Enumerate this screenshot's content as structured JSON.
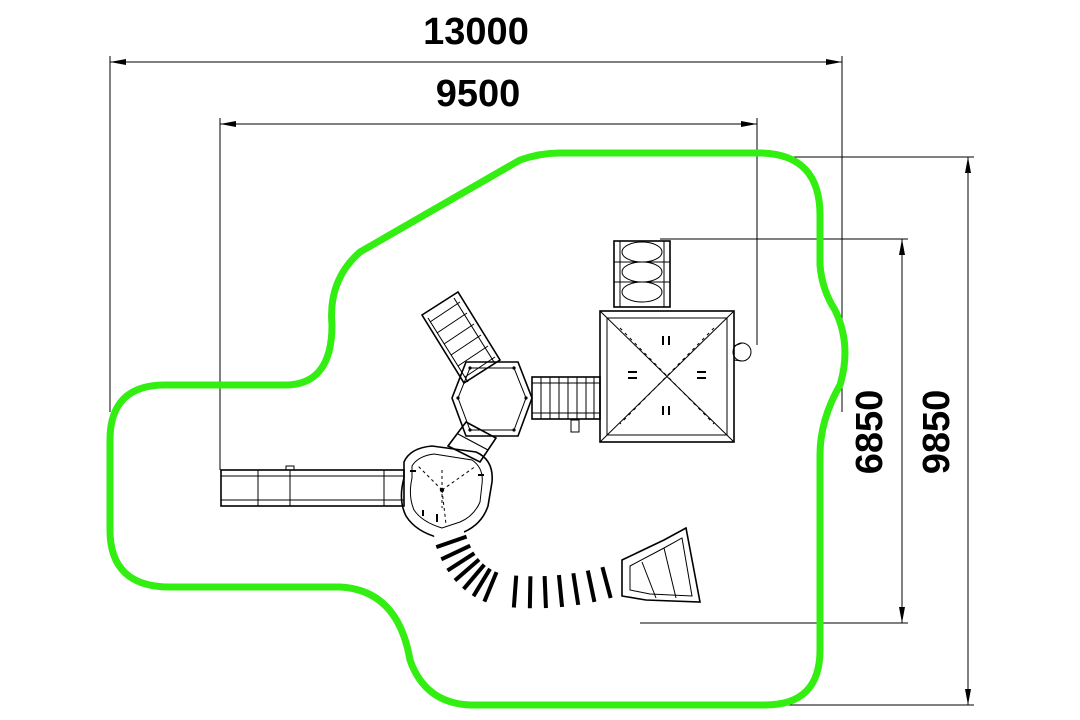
{
  "dimensions": {
    "overall_width": "13000",
    "inner_width": "9500",
    "inner_height": "6850",
    "overall_height": "9850"
  },
  "colors": {
    "boundary": "#33ee11",
    "line": "#000000",
    "background": "#ffffff"
  }
}
